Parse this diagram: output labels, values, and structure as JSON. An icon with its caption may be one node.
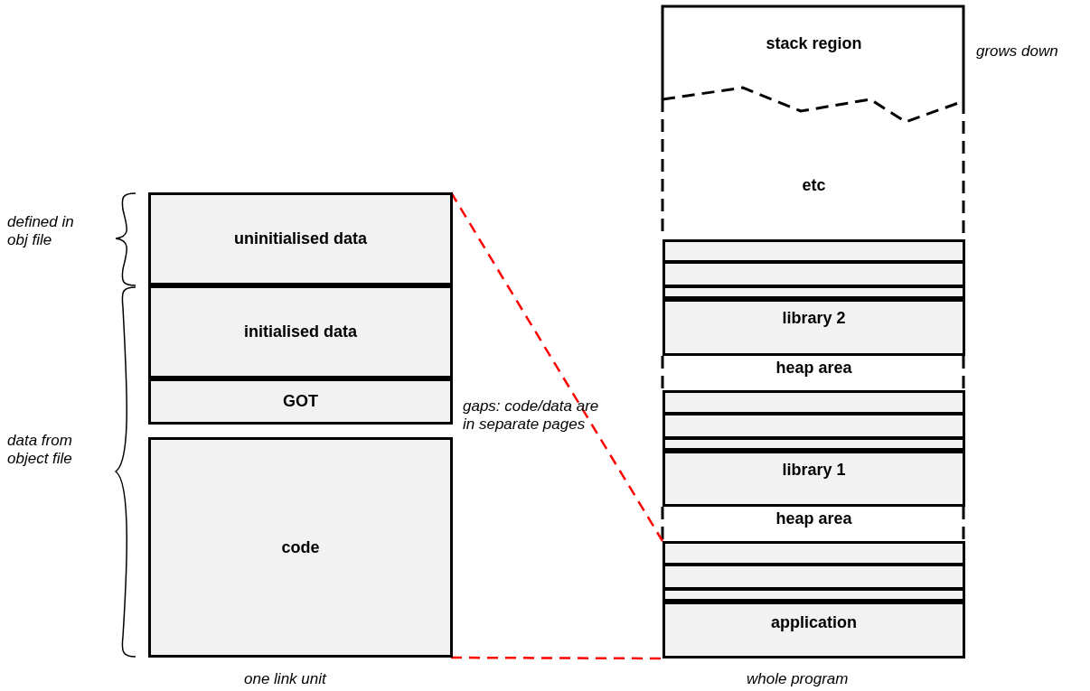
{
  "diagram": {
    "nodes": [
      {
        "text": [
          "uninitialised data"
        ]
      },
      {
        "text": [
          "initialised data"
        ]
      },
      {
        "text": [
          "GOT"
        ]
      },
      {
        "text": [
          "code"
        ]
      },
      {
        "text": [
          "stack region"
        ]
      },
      {
        "text": [
          "etc"
        ]
      },
      {
        "text": [],
        "shape": "box"
      },
      {
        "text": [],
        "shape": "box"
      },
      {
        "text": [],
        "shape": "box"
      },
      {
        "text": [
          "library 2"
        ]
      },
      {
        "text": [
          "heap area"
        ]
      },
      {
        "text": [],
        "shape": "box"
      },
      {
        "text": [],
        "shape": "box"
      },
      {
        "text": [],
        "shape": "box"
      },
      {
        "text": [
          "library 1"
        ]
      },
      {
        "text": [
          "heap area"
        ]
      },
      {
        "text": [],
        "shape": "box"
      },
      {
        "text": [],
        "shape": "box"
      },
      {
        "text": [],
        "shape": "box"
      },
      {
        "text": [
          "application"
        ]
      }
    ],
    "edges": [
      {
        "from": 0,
        "to": 16,
        "arrow": "none",
        "style": "dashed",
        "color": "#ff0000"
      },
      {
        "from": 3,
        "to": 19,
        "arrow": "none",
        "style": "dashed",
        "color": "#ff0000"
      }
    ],
    "labels": [
      "grows down",
      "defined in obj file",
      "data from object file",
      "gaps: code/data are in separate pages",
      "one link unit",
      "whole program"
    ]
  }
}
